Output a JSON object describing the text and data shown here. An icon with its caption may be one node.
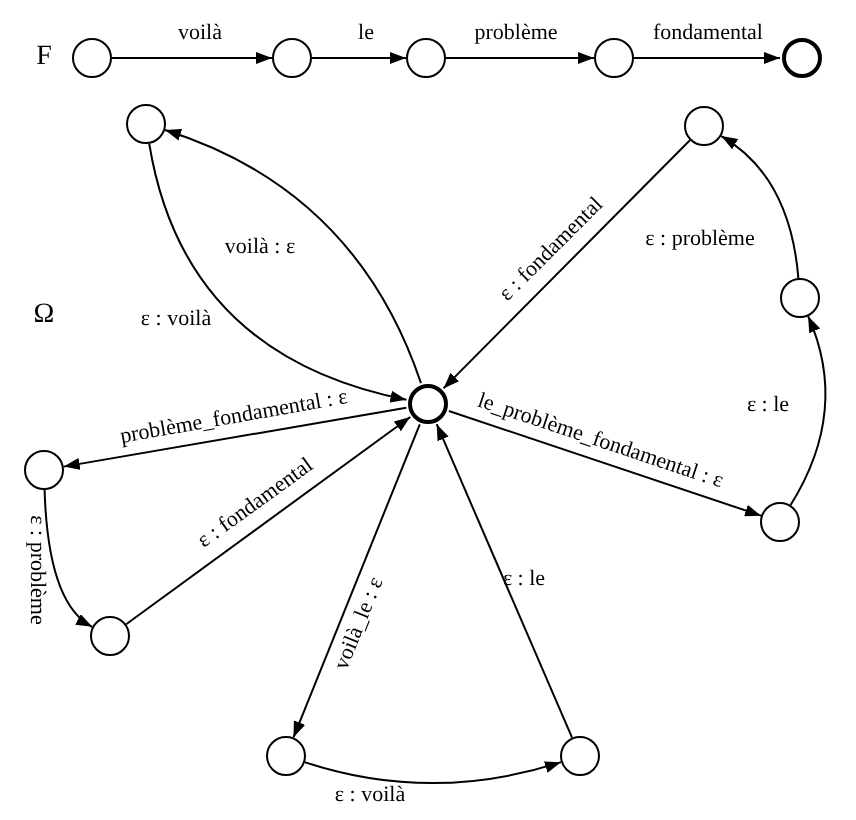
{
  "diagram": {
    "nodes": [
      {
        "text": [],
        "shape": "circle"
      },
      {
        "text": [],
        "shape": "circle"
      },
      {
        "text": [],
        "shape": "circle"
      },
      {
        "text": [],
        "shape": "circle"
      },
      {
        "text": [],
        "shape": "ring"
      },
      {
        "text": [],
        "shape": "circle"
      },
      {
        "text": [],
        "shape": "circle"
      },
      {
        "text": [],
        "shape": "circle"
      },
      {
        "text": [],
        "shape": "ring"
      },
      {
        "text": [],
        "shape": "circle"
      },
      {
        "text": [],
        "shape": "circle"
      },
      {
        "text": [],
        "shape": "circle"
      },
      {
        "text": [],
        "shape": "circle"
      },
      {
        "text": [],
        "shape": "circle"
      }
    ],
    "edges": [
      {
        "from": 0,
        "to": 1,
        "arrow": "to",
        "label": "voilà"
      },
      {
        "from": 1,
        "to": 2,
        "arrow": "to",
        "label": "le"
      },
      {
        "from": 2,
        "to": 3,
        "arrow": "to",
        "label": "problème"
      },
      {
        "from": 3,
        "to": 4,
        "arrow": "to",
        "label": "fondamental"
      },
      {
        "from": 8,
        "to": 5,
        "arrow": "to",
        "label": "voilà : ε"
      },
      {
        "from": 5,
        "to": 8,
        "arrow": "to",
        "label": "ε : voilà"
      },
      {
        "from": 8,
        "to": 10,
        "arrow": "to",
        "label": "le_problème_fondamental : ε"
      },
      {
        "from": 10,
        "to": 7,
        "arrow": "to",
        "label": "ε : le"
      },
      {
        "from": 7,
        "to": 6,
        "arrow": "to",
        "label": "ε : problème"
      },
      {
        "from": 6,
        "to": 8,
        "arrow": "to",
        "label": "ε : fondamental"
      },
      {
        "from": 8,
        "to": 9,
        "arrow": "to",
        "label": "problème_fondamental : ε"
      },
      {
        "from": 9,
        "to": 11,
        "arrow": "to",
        "label": "ε : problème"
      },
      {
        "from": 11,
        "to": 8,
        "arrow": "to",
        "label": "ε : fondamental"
      },
      {
        "from": 8,
        "to": 12,
        "arrow": "to",
        "label": "voilà_le : ε"
      },
      {
        "from": 12,
        "to": 13,
        "arrow": "to",
        "label": "ε : voilà"
      },
      {
        "from": 13,
        "to": 8,
        "arrow": "to",
        "label": "ε : le"
      }
    ],
    "labels": [
      "F",
      "Ω"
    ]
  }
}
